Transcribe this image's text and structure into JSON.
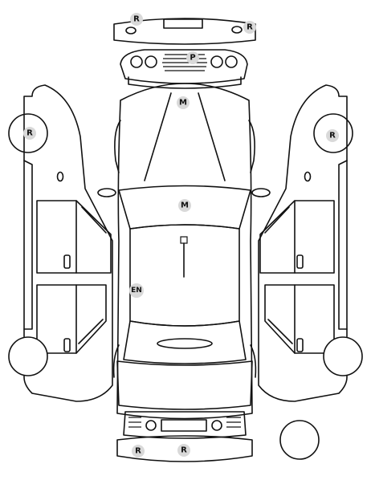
{
  "colors": {
    "line": "#111111",
    "marker_fill": "#d9d9d9",
    "background": "#ffffff"
  },
  "markers": [
    {
      "id": "front-bumper-left",
      "label": "R"
    },
    {
      "id": "front-bumper-right",
      "label": "R"
    },
    {
      "id": "front-grille",
      "label": "P"
    },
    {
      "id": "hood",
      "label": "M"
    },
    {
      "id": "left-front-wheel",
      "label": "R"
    },
    {
      "id": "right-front-wheel",
      "label": "R"
    },
    {
      "id": "roof",
      "label": "M"
    },
    {
      "id": "left-side-lower",
      "label": "EN"
    },
    {
      "id": "rear-bumper-left",
      "label": "R"
    },
    {
      "id": "rear-bumper-right",
      "label": "R"
    }
  ]
}
